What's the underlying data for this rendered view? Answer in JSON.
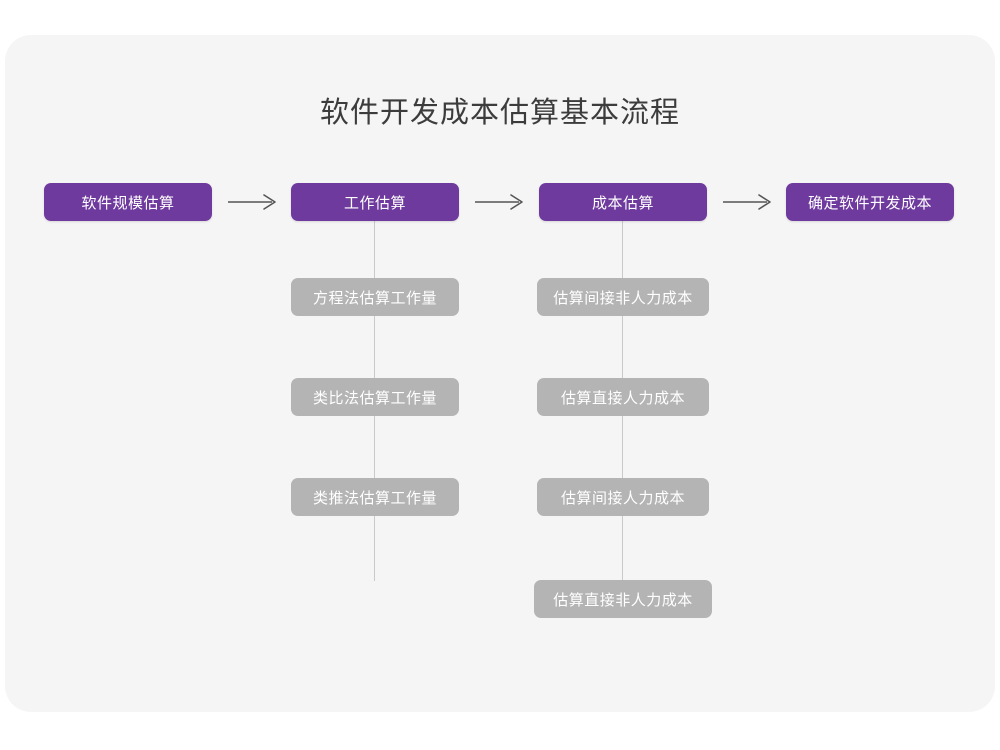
{
  "page": {
    "title": "软件开发成本估算基本流程",
    "background_color": "#ffffff",
    "card_color": "#f5f5f5",
    "accent_color": "#6f3a9e",
    "secondary_color": "#b4b4b4",
    "connector_color": "#c9c9c9",
    "arrow_color": "#555555"
  },
  "diagram": {
    "type": "flowchart",
    "main_flow": [
      {
        "id": "scale",
        "label": "软件规模估算",
        "style": "primary"
      },
      {
        "id": "work",
        "label": "工作估算",
        "style": "primary"
      },
      {
        "id": "cost",
        "label": "成本估算",
        "style": "primary"
      },
      {
        "id": "determine",
        "label": "确定软件开发成本",
        "style": "primary"
      }
    ],
    "arrows": [
      {
        "id": "arrow-1",
        "from": "scale",
        "to": "work",
        "glyph": "right-arrow"
      },
      {
        "id": "arrow-2",
        "from": "work",
        "to": "cost",
        "glyph": "right-arrow"
      },
      {
        "id": "arrow-3",
        "from": "cost",
        "to": "determine",
        "glyph": "right-arrow"
      }
    ],
    "branches": [
      {
        "parent": "work",
        "items": [
          {
            "id": "work-sub-1",
            "label": "方程法估算工作量",
            "style": "secondary"
          },
          {
            "id": "work-sub-2",
            "label": "类比法估算工作量",
            "style": "secondary"
          },
          {
            "id": "work-sub-3",
            "label": "类推法估算工作量",
            "style": "secondary"
          }
        ]
      },
      {
        "parent": "cost",
        "items": [
          {
            "id": "cost-sub-1",
            "label": "估算间接非人力成本",
            "style": "secondary"
          },
          {
            "id": "cost-sub-2",
            "label": "估算直接人力成本",
            "style": "secondary"
          },
          {
            "id": "cost-sub-3",
            "label": "估算间接人力成本",
            "style": "secondary"
          },
          {
            "id": "cost-sub-4",
            "label": "估算直接非人力成本",
            "style": "secondary"
          }
        ]
      }
    ]
  }
}
